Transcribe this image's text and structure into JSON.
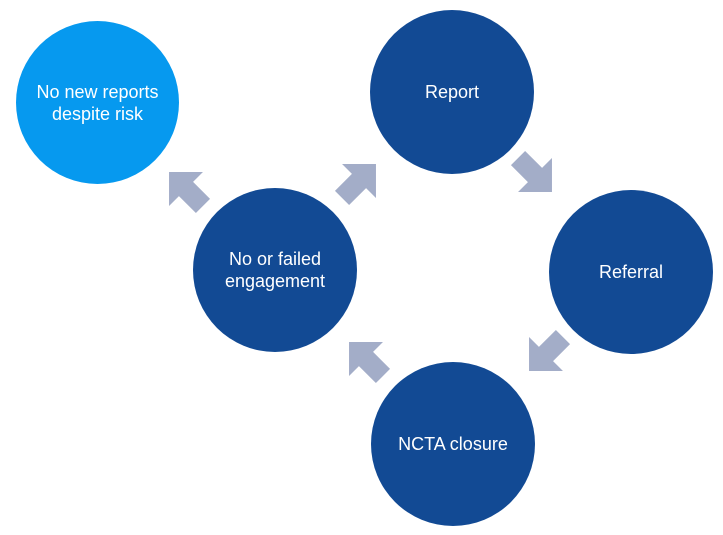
{
  "diagram": {
    "nodes": [
      {
        "id": "report",
        "label": "Report"
      },
      {
        "id": "referral",
        "label": "Referral"
      },
      {
        "id": "ncta_closure",
        "label": "NCTA closure"
      },
      {
        "id": "failed_engagement",
        "label": "No or failed\nengagement"
      },
      {
        "id": "no_new_reports",
        "label": "No new reports\ndespite risk"
      }
    ],
    "edges": [
      {
        "from": "report",
        "to": "referral"
      },
      {
        "from": "referral",
        "to": "ncta_closure"
      },
      {
        "from": "ncta_closure",
        "to": "failed_engagement"
      },
      {
        "from": "failed_engagement",
        "to": "report"
      },
      {
        "from": "failed_engagement",
        "to": "no_new_reports"
      }
    ],
    "colors": {
      "main_node": "#124a94",
      "outcome_node": "#0699ef",
      "arrow": "#a3adc8",
      "text": "#ffffff"
    }
  }
}
